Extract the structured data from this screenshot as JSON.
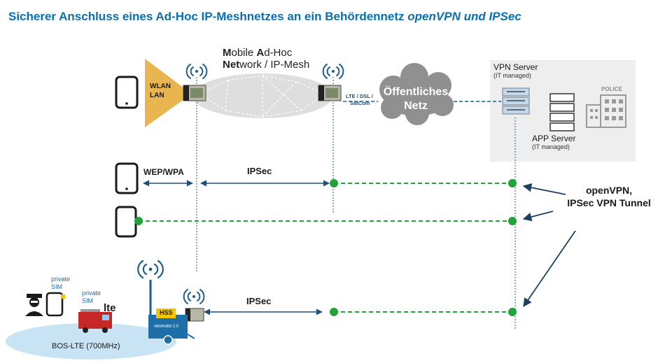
{
  "title": {
    "main": "Sicherer Anschluss eines Ad-Hoc IP-Meshnetzes an ein Behördennetz ",
    "italic": "openVPN und IPSec"
  },
  "mesh": {
    "line1_b1": "M",
    "line1_r1": "obile ",
    "line1_b2": "A",
    "line1_r2": "d-Hoc",
    "line2_b1": "Net",
    "line2_r1": "work / IP-Mesh"
  },
  "wlan_label": "WLAN\nLAN",
  "uplink_label": "LTE / DSL /\nSatCom",
  "cloud_label": "Öffentliches\nNetz",
  "vpn_server": {
    "label": "VPN Server",
    "sub": "(IT managed)"
  },
  "app_server": {
    "label": "APP Server",
    "sub": "(IT managed)"
  },
  "police_label": "POLICE",
  "row1": {
    "wep": "WEP/WPA",
    "ipsec": "IPSec"
  },
  "row3": {
    "ipsec": "IPSec"
  },
  "tunnel_label": "openVPN,\nIPSec VPN Tunnel",
  "private_sim_1": "private\nSIM",
  "private_sim_2": "private\nSIM",
  "lte_label": "lte",
  "hss_label": "HSS",
  "vikomobil_label": "vikomobil 2.0",
  "bos_label": "BOS-LTE (700MHz)",
  "colors": {
    "title": "#0a6fb0",
    "tunnel": "#22a33a",
    "link": "#1e5e8c",
    "wlan": "#e8b550",
    "lte_area": "#c8e3f4"
  }
}
